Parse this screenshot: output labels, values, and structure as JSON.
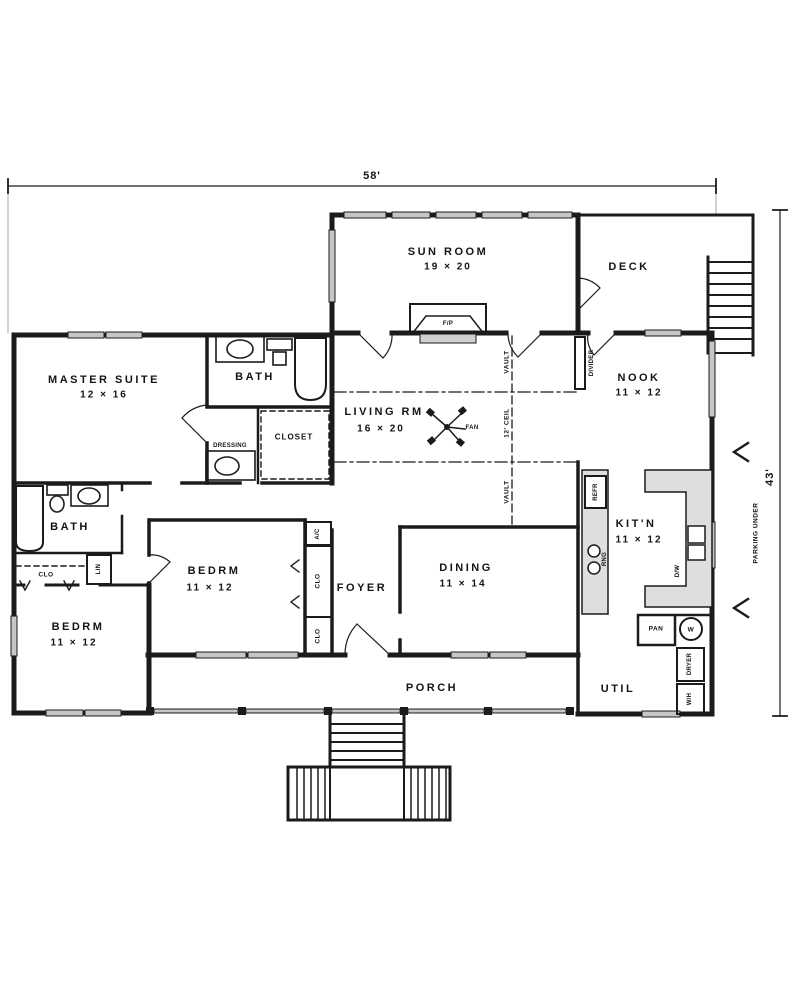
{
  "dimensions": {
    "width": "58'",
    "height": "43'"
  },
  "rooms": {
    "sun_room": {
      "name": "SUN ROOM",
      "size": "19 × 20"
    },
    "deck": {
      "name": "DECK"
    },
    "master_suite": {
      "name": "MASTER SUITE",
      "size": "12 × 16"
    },
    "bath_master": {
      "name": "BATH"
    },
    "closet_master": {
      "name": "CLOSET"
    },
    "dressing": {
      "name": "DRESSING"
    },
    "living_room": {
      "name": "LIVING RM",
      "size": "16 × 20"
    },
    "nook": {
      "name": "NOOK",
      "size": "11 × 12"
    },
    "kitchen": {
      "name": "KIT'N",
      "size": "11 × 12"
    },
    "dining": {
      "name": "DINING",
      "size": "11 × 14"
    },
    "foyer": {
      "name": "FOYER"
    },
    "bedroom_middle": {
      "name": "BEDRM",
      "size": "11 × 12"
    },
    "bedroom_corner": {
      "name": "BEDRM",
      "size": "11 × 12"
    },
    "bath_hall": {
      "name": "BATH"
    },
    "porch": {
      "name": "PORCH"
    },
    "utility": {
      "name": "UTIL"
    }
  },
  "annotations": {
    "fireplace": "F/P",
    "fan": "FAN",
    "vault_upper": "VAULT",
    "ceiling": "12' CEIL",
    "vault_lower": "VAULT",
    "divider": "DIVIDER",
    "refrigerator": "REFR",
    "range": "RNG",
    "dishwasher": "D/W",
    "pantry": "PAN",
    "washer": "W",
    "dryer": "DRYER",
    "water_heater": "W/H",
    "air_conditioning": "A/C",
    "closet_bedroom_upper": "CLO",
    "closet_bedroom_lower": "CLO",
    "closet_hall": "CLO",
    "linen": "LIN",
    "parking": "PARKING UNDER"
  },
  "colors": {
    "ink": "#1b1b1b",
    "window": "#c6c6c6",
    "counter": "#dedede"
  }
}
